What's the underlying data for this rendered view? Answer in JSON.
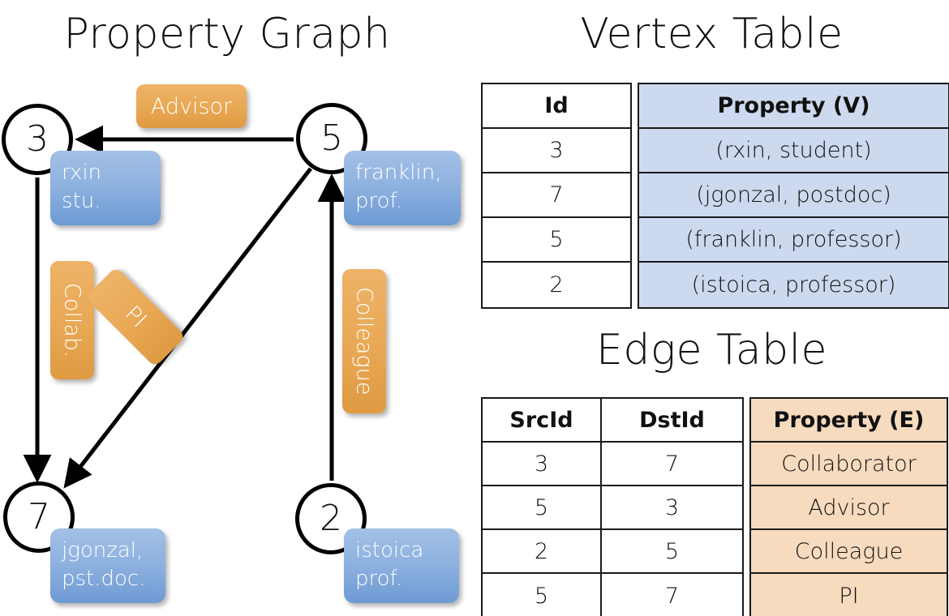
{
  "graph_panel": {
    "title": "Property Graph",
    "vertices": [
      {
        "id": "3",
        "property_label": "rxin\nstu."
      },
      {
        "id": "5",
        "property_label": "franklin,\nprof."
      },
      {
        "id": "7",
        "property_label": "jgonzal,\npst.doc."
      },
      {
        "id": "2",
        "property_label": "istoica\nprof."
      }
    ],
    "vertex_labels": {
      "v3_line1": "rxin",
      "v3_line2": "stu.",
      "v5_line1": "franklin,",
      "v5_line2": "prof.",
      "v7_line1": "jgonzal,",
      "v7_line2": "pst.doc.",
      "v2_line1": "istoica",
      "v2_line2": "prof."
    },
    "edge_labels": {
      "advisor": "Advisor",
      "collab": "Collab.",
      "pi": "PI",
      "colleague": "Colleague"
    },
    "edges": [
      {
        "from": "5",
        "to": "3",
        "label": "Advisor"
      },
      {
        "from": "3",
        "to": "7",
        "label": "Collab."
      },
      {
        "from": "5",
        "to": "7",
        "label": "PI"
      },
      {
        "from": "2",
        "to": "5",
        "label": "Colleague"
      }
    ]
  },
  "vertex_table": {
    "title": "Vertex Table",
    "headers": {
      "id": "Id",
      "property": "Property (V)"
    },
    "rows": [
      {
        "id": "3",
        "property": "(rxin, student)"
      },
      {
        "id": "7",
        "property": "(jgonzal, postdoc)"
      },
      {
        "id": "5",
        "property": "(franklin, professor)"
      },
      {
        "id": "2",
        "property": "(istoica, professor)"
      }
    ]
  },
  "edge_table": {
    "title": "Edge Table",
    "headers": {
      "src": "SrcId",
      "dst": "DstId",
      "property": "Property (E)"
    },
    "rows": [
      {
        "src": "3",
        "dst": "7",
        "property": "Collaborator"
      },
      {
        "src": "5",
        "dst": "3",
        "property": "Advisor"
      },
      {
        "src": "2",
        "dst": "5",
        "property": "Colleague"
      },
      {
        "src": "5",
        "dst": "7",
        "property": "PI"
      }
    ]
  },
  "colors": {
    "vertex_property_blue": "#8fb2e0",
    "edge_property_orange": "#e9a956",
    "table_blue_fill": "#cdd9ee",
    "table_orange_fill": "#f6dbbf",
    "stroke": "#000000",
    "background": "#ffffff"
  }
}
